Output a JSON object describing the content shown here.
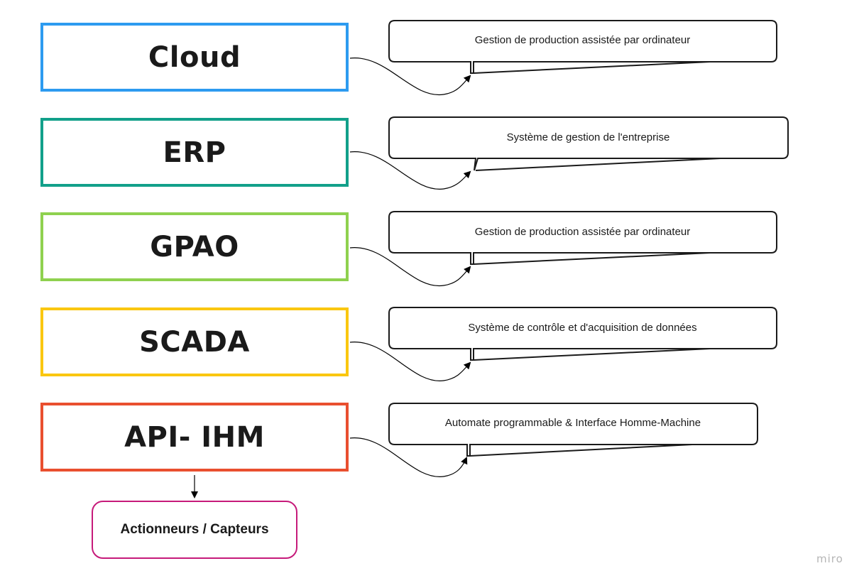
{
  "levels": [
    {
      "id": "cloud",
      "title": "Cloud",
      "color": "#2d9bf0",
      "description": "Gestion de production assistée par ordinateur"
    },
    {
      "id": "erp",
      "title": "ERP",
      "color": "#12a08a",
      "description": "Système de gestion de l'entreprise"
    },
    {
      "id": "gpao",
      "title": "GPAO",
      "color": "#8fd14f",
      "description": "Gestion de production assistée par ordinateur"
    },
    {
      "id": "scada",
      "title": "SCADA",
      "color": "#fac710",
      "description": "Système de contrôle et d'acquisition de données"
    },
    {
      "id": "api-ihm",
      "title": "API- IHM",
      "color": "#e94f2f",
      "description": "Automate programmable & Interface Homme-Machine"
    }
  ],
  "actuators": {
    "label": "Actionneurs / Capteurs",
    "color": "#c61a7a"
  },
  "watermark": "miro"
}
